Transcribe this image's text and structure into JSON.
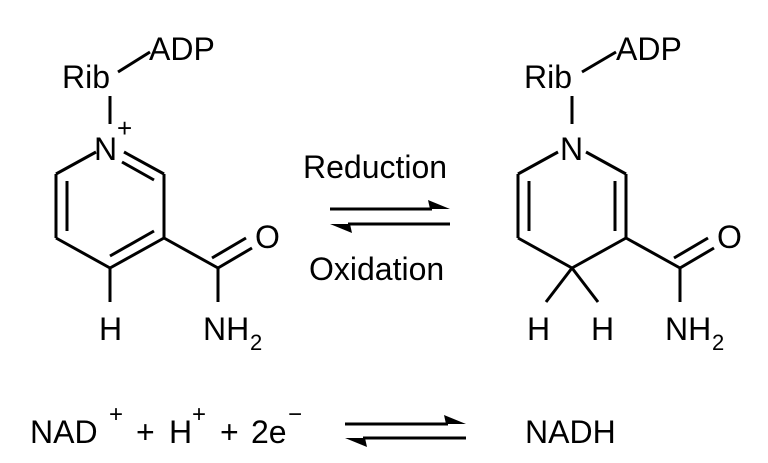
{
  "nad": {
    "rib": "Rib",
    "adp": "ADP",
    "n": "N",
    "plus": "+",
    "o": "O",
    "h": "H",
    "nh": "NH",
    "sub2": "2"
  },
  "nadh": {
    "rib": "Rib",
    "adp": "ADP",
    "n": "N",
    "o": "O",
    "h1": "H",
    "h2": "H",
    "nh": "NH",
    "sub2": "2"
  },
  "reaction_labels": {
    "forward": "Reduction",
    "reverse": "Oxidation"
  },
  "equation": {
    "nad": "NAD",
    "nad_sup": "+",
    "plus1": "+",
    "h": "H",
    "h_sup": "+",
    "plus2": "+",
    "electrons": "2e",
    "minus": "−",
    "product": "NADH"
  }
}
